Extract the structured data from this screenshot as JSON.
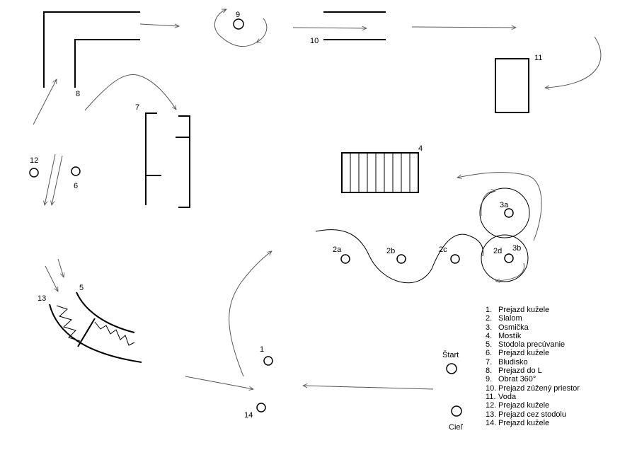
{
  "labels": {
    "l1": "1",
    "l2a": "2a",
    "l2b": "2b",
    "l2c": "2c",
    "l2d": "2d",
    "l3a": "3a",
    "l3b": "3b",
    "l4": "4",
    "l5": "5",
    "l6": "6",
    "l7": "7",
    "l8": "8",
    "l9": "9",
    "l10": "10",
    "l11": "11",
    "l12": "12",
    "l13": "13",
    "l14": "14",
    "start": "Štart",
    "finish": "Cieľ"
  },
  "legend": [
    {
      "num": "1.",
      "text": "Prejazd kužele"
    },
    {
      "num": "2.",
      "text": "Slalom"
    },
    {
      "num": "3.",
      "text": "Osmička"
    },
    {
      "num": "4.",
      "text": "Mostík"
    },
    {
      "num": "5.",
      "text": "Stodola precúvanie"
    },
    {
      "num": "6.",
      "text": "Prejazd kužele"
    },
    {
      "num": "7.",
      "text": "Bludisko"
    },
    {
      "num": "8.",
      "text": "Prejazd do L"
    },
    {
      "num": "9.",
      "text": "Obrat 360°"
    },
    {
      "num": "10.",
      "text": "Prejazd zúžený priestor"
    },
    {
      "num": "11.",
      "text": "Voda"
    },
    {
      "num": "12.",
      "text": "Prejazd kužele"
    },
    {
      "num": "13.",
      "text": "Prejazd cez stodolu"
    },
    {
      "num": "14.",
      "text": "Prejazd kužele"
    }
  ]
}
